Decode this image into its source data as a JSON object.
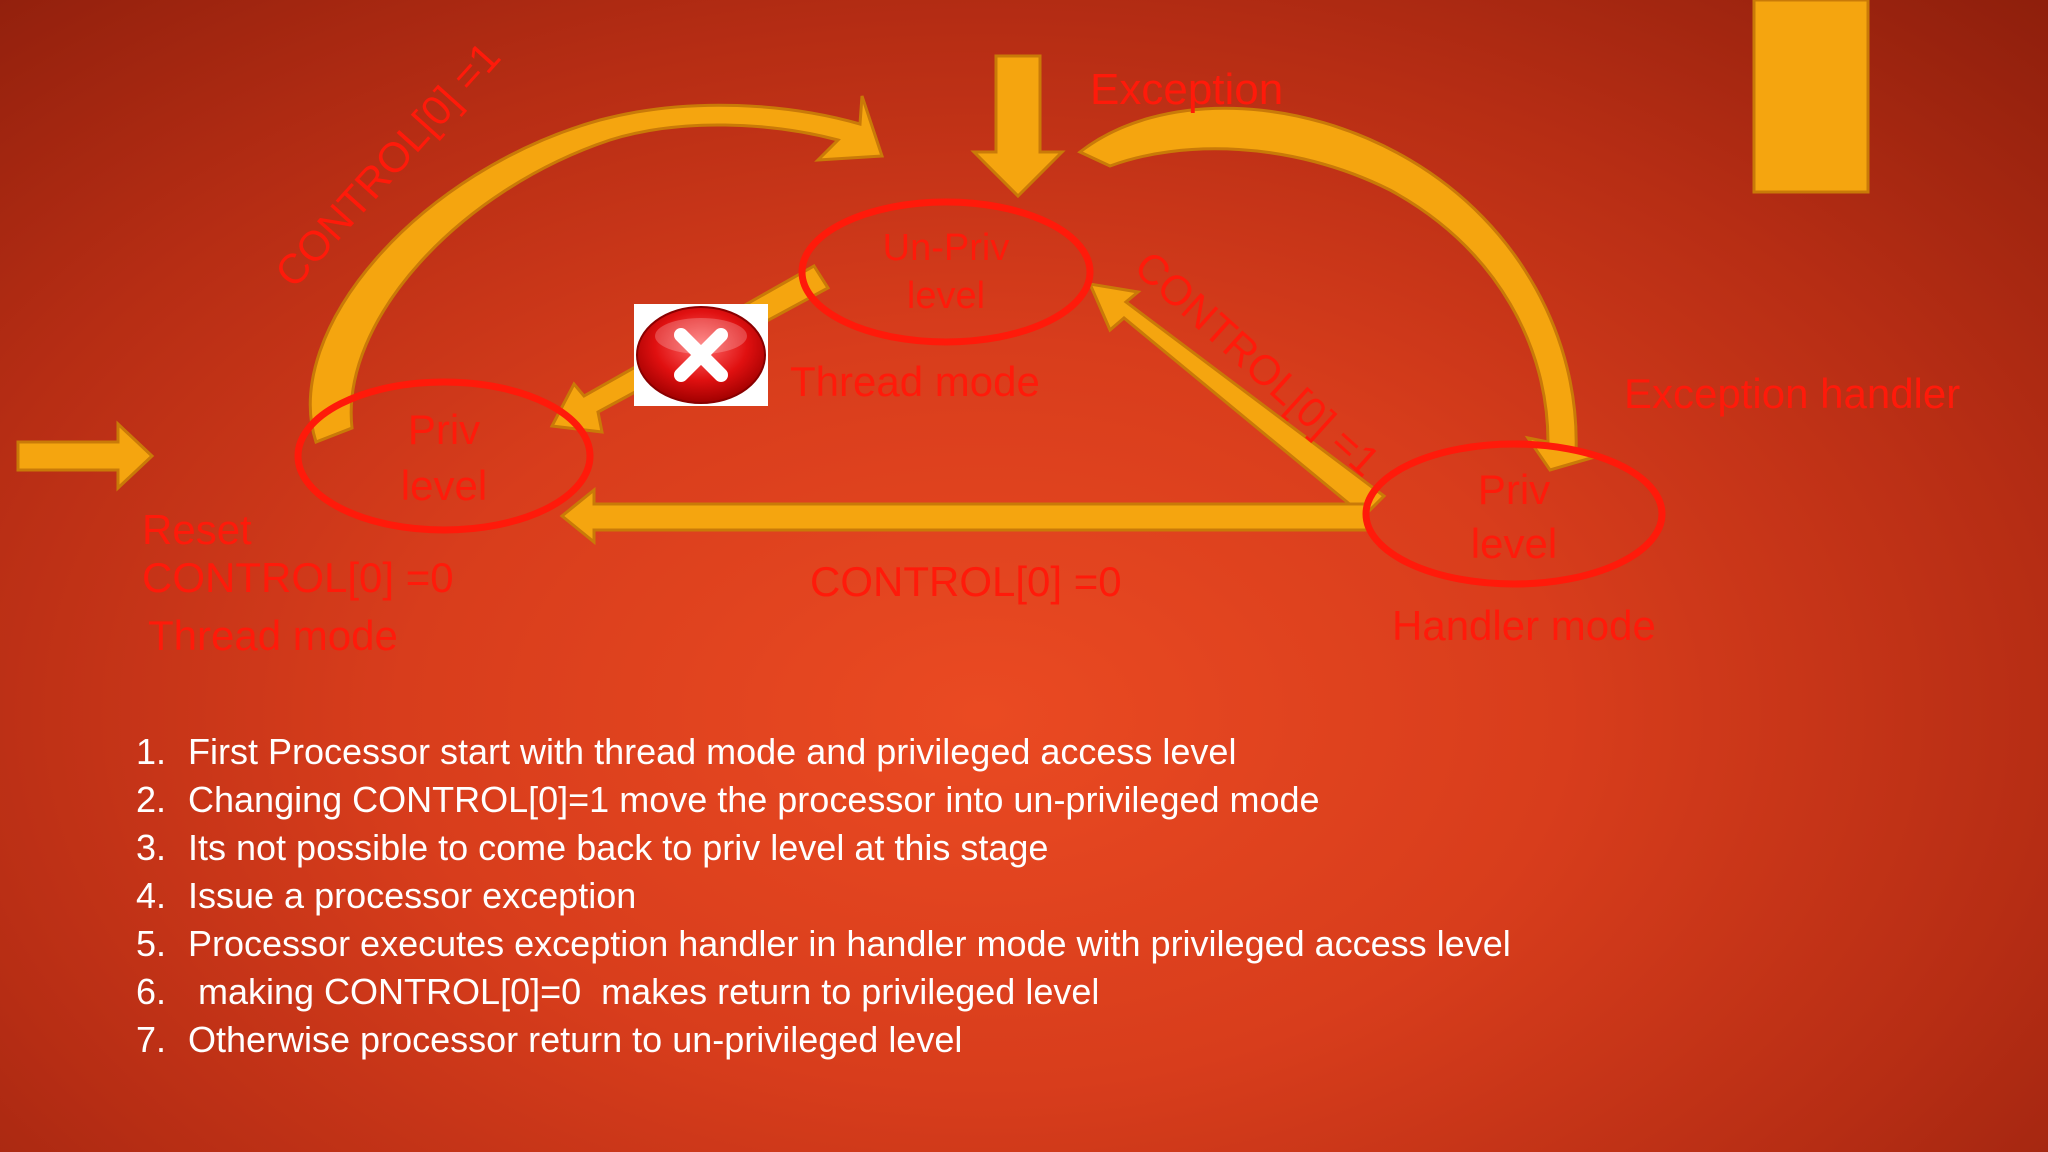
{
  "colors": {
    "arrow": "#f5a50f",
    "arrow_shadow": "#c97a08",
    "label_red": "#ff1a0a",
    "ellipse_red": "#ff1a0a",
    "step_text": "#ffffff"
  },
  "diagram": {
    "unpriv_node": {
      "line1": "Un-Priv",
      "line2": "level"
    },
    "thread_priv_node": {
      "line1": "Priv",
      "line2": "level"
    },
    "handler_priv_node": {
      "line1": "Priv",
      "line2": "level"
    },
    "thread_mode_label": "Thread mode",
    "handler_mode_label": "Handler mode",
    "exception_label": "Exception",
    "exception_handler_label": "Exception handler",
    "reset_label": "Reset",
    "reset_control_label": "CONTROL[0] =0",
    "reset_thread_mode_label": "Thread mode",
    "priv_to_unpriv_label": "CONTROL[0] =1",
    "handler_to_unpriv_label": "CONTROL[0] =1",
    "handler_to_priv_label": "CONTROL[0] =0",
    "blocked_icon": "close-icon"
  },
  "steps": [
    {
      "num": "1.",
      "text": "First Processor start with thread mode and privileged access level"
    },
    {
      "num": "2.",
      "text": "Changing CONTROL[0]=1 move the processor into un-privileged mode"
    },
    {
      "num": "3.",
      "text": "Its not possible to come back to priv level at this stage"
    },
    {
      "num": "4.",
      "text": "Issue a processor exception"
    },
    {
      "num": "5.",
      "text": "Processor executes exception handler in handler mode with privileged access level"
    },
    {
      "num": "6.",
      "text": " making CONTROL[0]=0  makes return to privileged level"
    },
    {
      "num": "7.",
      "text": "Otherwise processor return to un-privileged level"
    }
  ]
}
